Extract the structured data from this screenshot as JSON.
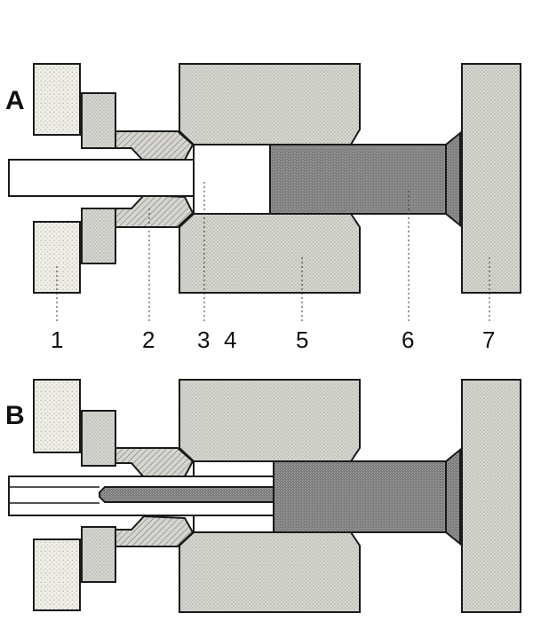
{
  "panels": [
    {
      "label": "A"
    },
    {
      "label": "B"
    }
  ],
  "callouts": [
    "1",
    "2",
    "3",
    "4",
    "5",
    "6",
    "7"
  ],
  "colors": {
    "background": "#ffffff",
    "outline": "#1a1a1a",
    "light_fill": "#ecebe4",
    "medium_fill": "#d2d1cc",
    "dark_fill": "#8f8f8f",
    "hatch_fill": "#c9c9c4",
    "rod_fill": "#ffffff"
  }
}
